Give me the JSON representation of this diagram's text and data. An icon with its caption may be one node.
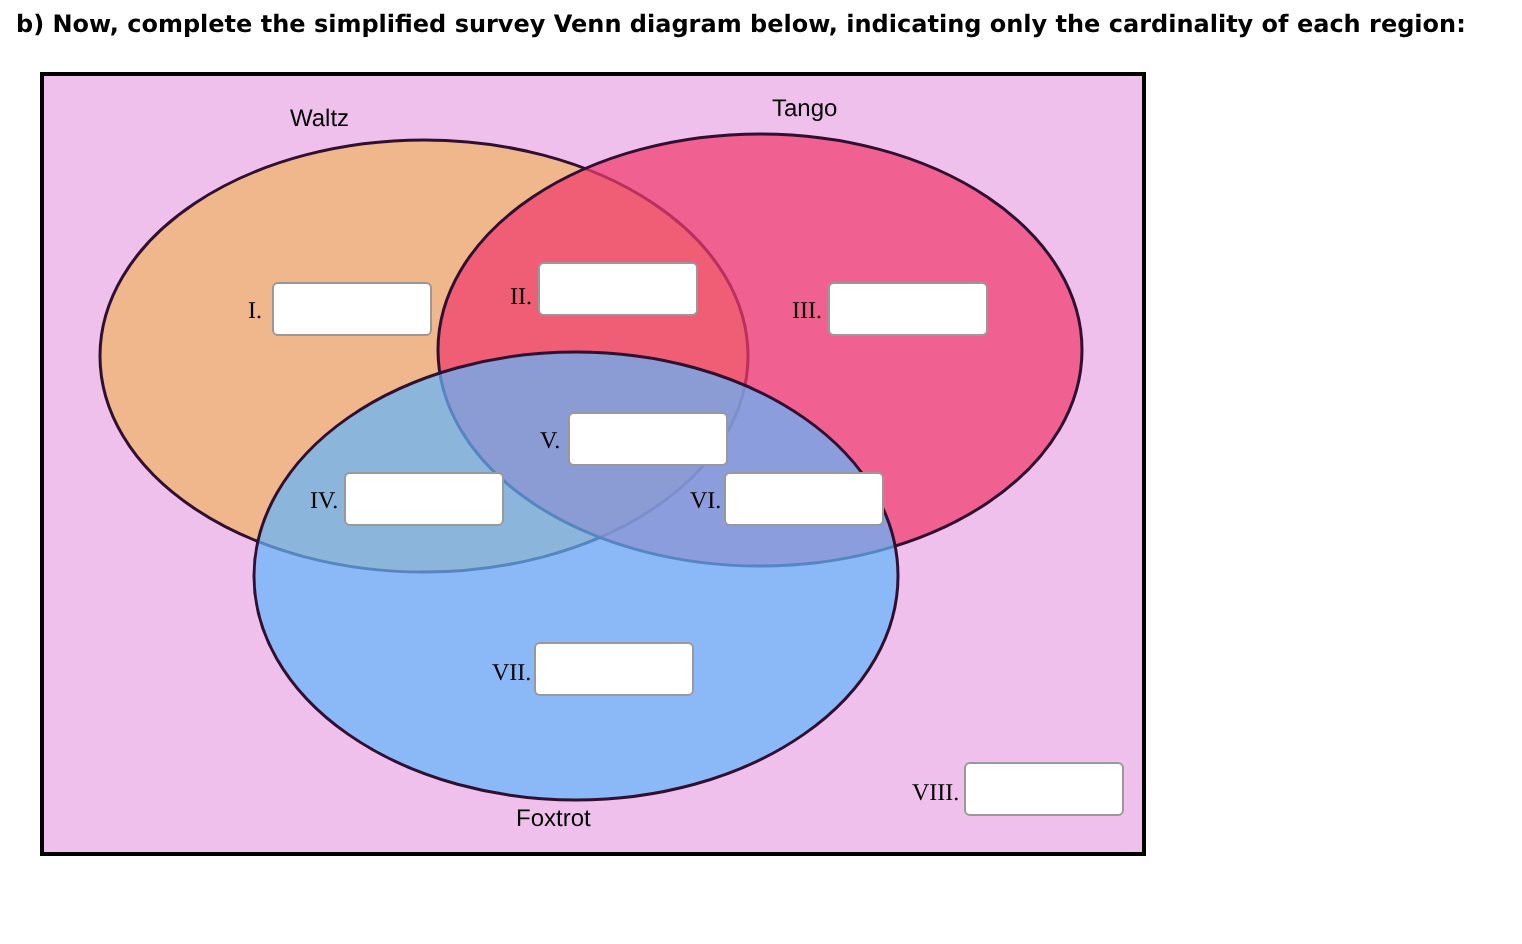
{
  "diagram": {
    "title": "b) Now, complete the simplified survey Venn diagram below, indicating only the cardinality of each region:",
    "nodes": [
      {
        "text": [
          "Waltz"
        ]
      },
      {
        "text": [
          "Tango"
        ]
      },
      {
        "text": [
          "Foxtrot"
        ]
      }
    ],
    "edges": [],
    "labels": [
      "I.",
      "II.",
      "III.",
      "IV.",
      "V.",
      "VI.",
      "VII.",
      "VIII."
    ]
  }
}
